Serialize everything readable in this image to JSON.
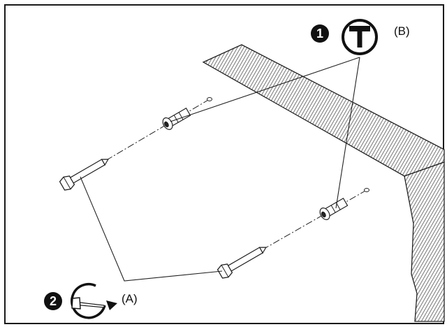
{
  "steps": [
    {
      "number": "1",
      "callout": "(B)",
      "icon": "hammer-icon"
    },
    {
      "number": "2",
      "callout": "(A)",
      "icon": "wrench-rotate-icon"
    }
  ],
  "colors": {
    "ink": "#111111",
    "hatch": "#555555",
    "background": "#ffffff"
  }
}
